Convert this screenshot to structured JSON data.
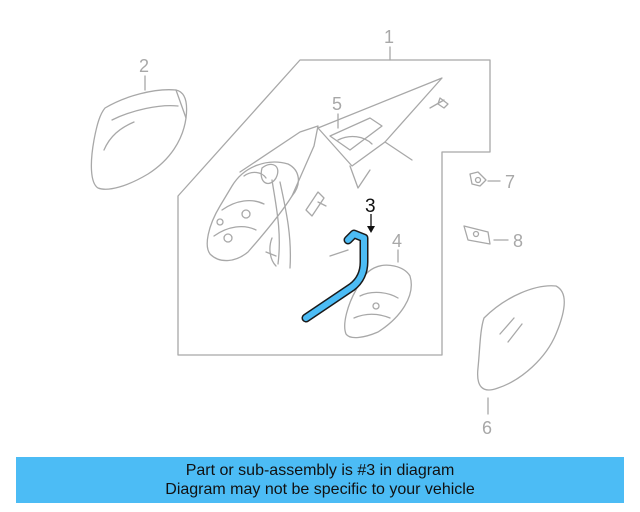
{
  "callouts": {
    "c1": "1",
    "c2": "2",
    "c3": "3",
    "c4": "4",
    "c5": "5",
    "c6": "6",
    "c7": "7",
    "c8": "8"
  },
  "highlight": {
    "part": "3",
    "color": "#4cbcf5",
    "line_color": "#a8a8a8"
  },
  "banner": {
    "line1": "Part or sub-assembly is #3 in diagram",
    "line2": "Diagram may not be specific to your vehicle",
    "background": "#4cbcf5"
  }
}
